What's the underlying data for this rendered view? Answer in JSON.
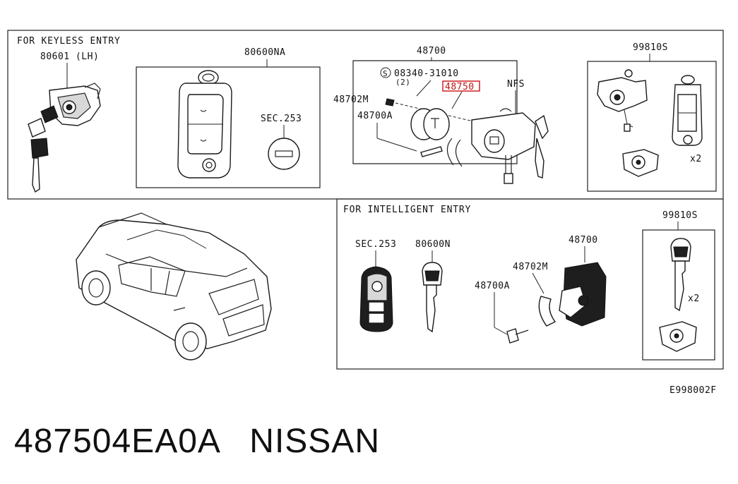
{
  "diagram_code": "E998002F",
  "caption": "487504EA0A   NISSAN",
  "keyless_section": {
    "title": "FOR KEYLESS ENTRY",
    "labels": {
      "lock_lh": "80601 (LH)",
      "fob_kit": "80600NA",
      "sec_fob": "SEC.253",
      "ignition": "48700",
      "screw_code": "08340-31010",
      "screw_qty": "(2)",
      "highlighted_part": "48750",
      "nfs": "NFS",
      "collar": "48702M",
      "bolt": "48700A",
      "set_kit": "99810S",
      "qty": "x2"
    }
  },
  "intelligent_section": {
    "title": "FOR INTELLIGENT ENTRY",
    "labels": {
      "sec_fob": "SEC.253",
      "key_blank": "80600N",
      "ignition": "48700",
      "collar": "48702M",
      "bolt": "48700A",
      "set_kit": "99810S",
      "qty": "x2"
    }
  },
  "colors": {
    "line": "#222222",
    "highlight": "#d02020",
    "background": "#ffffff"
  }
}
